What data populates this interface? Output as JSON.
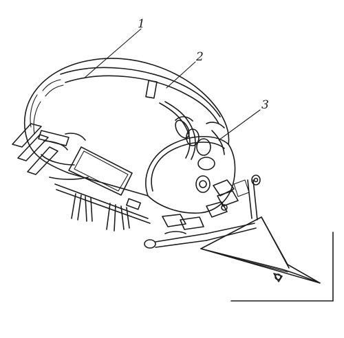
{
  "diagram": {
    "callouts": [
      {
        "id": "1",
        "text": "1"
      },
      {
        "id": "2",
        "text": "2"
      },
      {
        "id": "3",
        "text": "3"
      }
    ],
    "ink_color": "#1c1c1c",
    "background": "#ffffff"
  }
}
